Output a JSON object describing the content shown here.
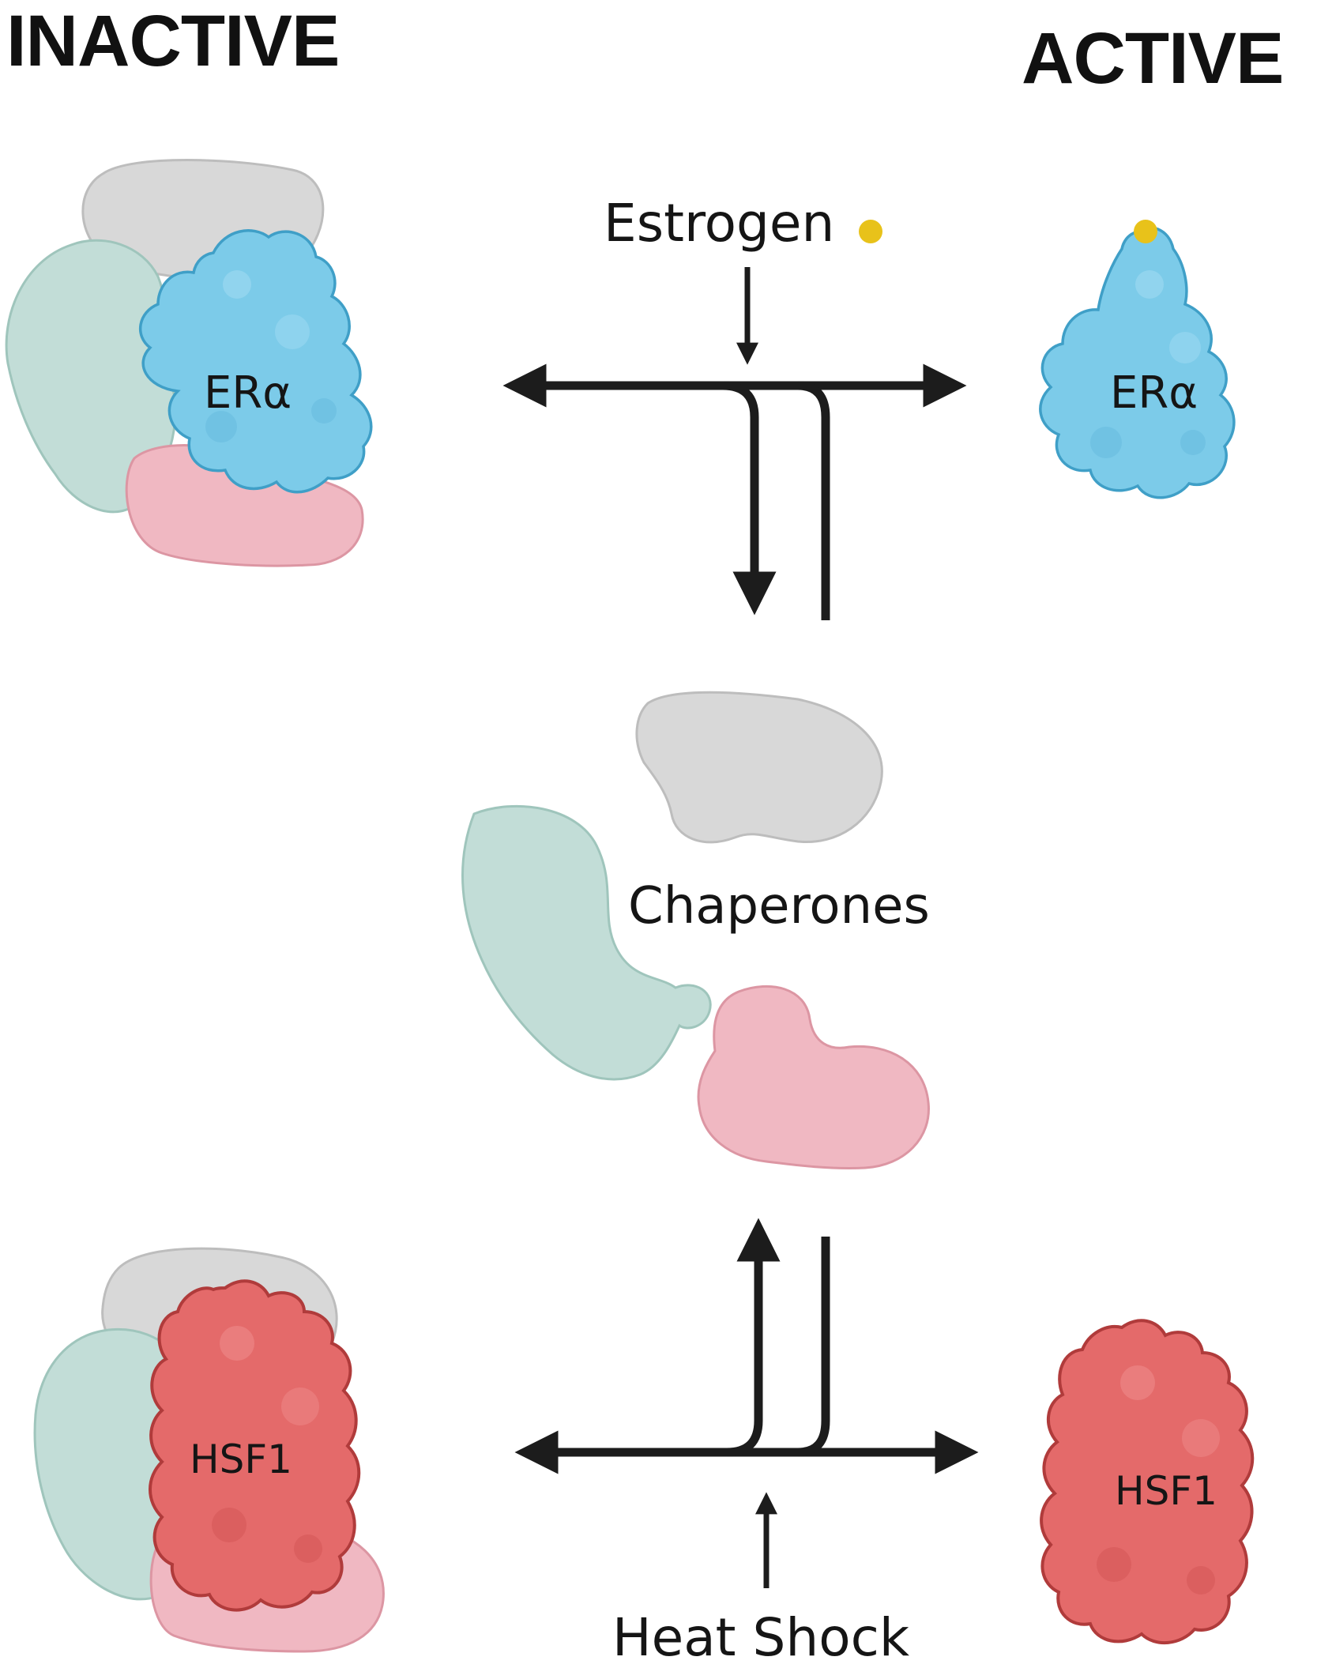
{
  "headings": {
    "inactive": "INACTIVE",
    "active": "ACTIVE"
  },
  "labels": {
    "estrogen": "Estrogen",
    "chaperones": "Chaperones",
    "heat_shock": "Heat Shock",
    "era_inactive": "ERα",
    "era_active": "ERα",
    "hsf1_inactive": "HSF1",
    "hsf1_active": "HSF1"
  },
  "colors": {
    "era_blue": "#7ccbe9",
    "era_blue_dark": "#3f9fc7",
    "hsf1_red": "#e46a6a",
    "hsf1_red_dark": "#b03b3b",
    "chaperone_gray": "#d8d8d8",
    "chaperone_teal": "#c2ddd7",
    "chaperone_pink": "#f0b8c2",
    "estrogen_yellow": "#e8c21a",
    "arrow": "#1c1c1c"
  },
  "icons": {
    "estrogen_ligand": "estrogen-dot-icon"
  }
}
